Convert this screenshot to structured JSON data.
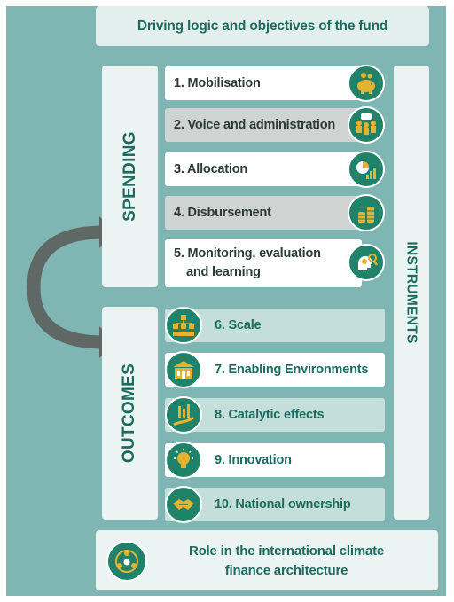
{
  "header": {
    "title": "Driving logic and objectives of the fund"
  },
  "spending": {
    "label": "SPENDING",
    "items": [
      {
        "label": "1. Mobilisation",
        "icon": "piggy-bank-icon"
      },
      {
        "label": "2. Voice and administration",
        "icon": "people-discussion-icon"
      },
      {
        "label": "3. Allocation",
        "icon": "pie-chart-icon"
      },
      {
        "label": "4. Disbursement",
        "icon": "coin-stacks-icon"
      },
      {
        "label_line1": "5. Monitoring, evaluation",
        "label_line2": "and learning",
        "icon": "head-gear-magnifier-icon"
      }
    ]
  },
  "outcomes": {
    "label": "OUTCOMES",
    "items": [
      {
        "label": "6. Scale",
        "icon": "hierarchy-icon"
      },
      {
        "label": "7. Enabling Environments",
        "icon": "building-icon"
      },
      {
        "label": "8. Catalytic effects",
        "icon": "growth-chart-icon"
      },
      {
        "label": "9.  Innovation",
        "icon": "light-bulb-icon"
      },
      {
        "label": "10. National ownership",
        "icon": "handshake-icon"
      }
    ]
  },
  "instruments": {
    "label": "INSTRUMENTS"
  },
  "footer": {
    "line1": "Role in the international climate",
    "line2": "finance architecture",
    "icon": "globe-network-icon"
  },
  "colors": {
    "background": "#7fb5b2",
    "panel": "#ecf4f3",
    "accent": "#1c6b5e",
    "icon_fill": "#1f8269",
    "icon_gold": "#e3b331",
    "row_white": "#ffffff",
    "row_grey": "#cfd3d2",
    "row_teal": "#c4dedb",
    "arrow": "#606866"
  }
}
